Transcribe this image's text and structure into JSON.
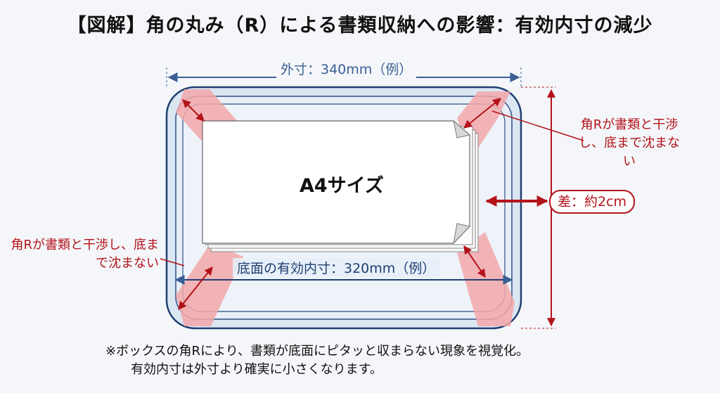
{
  "title": "【図解】角の丸み（R）による書類収納への影響：有効内寸の減少",
  "dimensions": {
    "outer": "外寸：340mm（例）",
    "inner": "底面の有効内寸：320mm（例）"
  },
  "paper_label": "A4サイズ",
  "corner_note_right": "角Rが書類と干渉し、底まで沈まない",
  "corner_note_left": "角Rが書類と干渉し、底まで沈まない",
  "difference_label": "差：約2cm",
  "footer": {
    "line1": "※ボックスの角Rにより、書類が底面にピタッと収まらない現象を視覚化。",
    "line2": "有効内寸は外寸より確実に小さくなります。"
  },
  "colors": {
    "accent_red": "#b3131b",
    "dimension_blue": "#3a5f96",
    "box_outline": "#1f3f70",
    "box_fill": "#dbe6f3",
    "interference_zone": "#f2a7a9"
  }
}
